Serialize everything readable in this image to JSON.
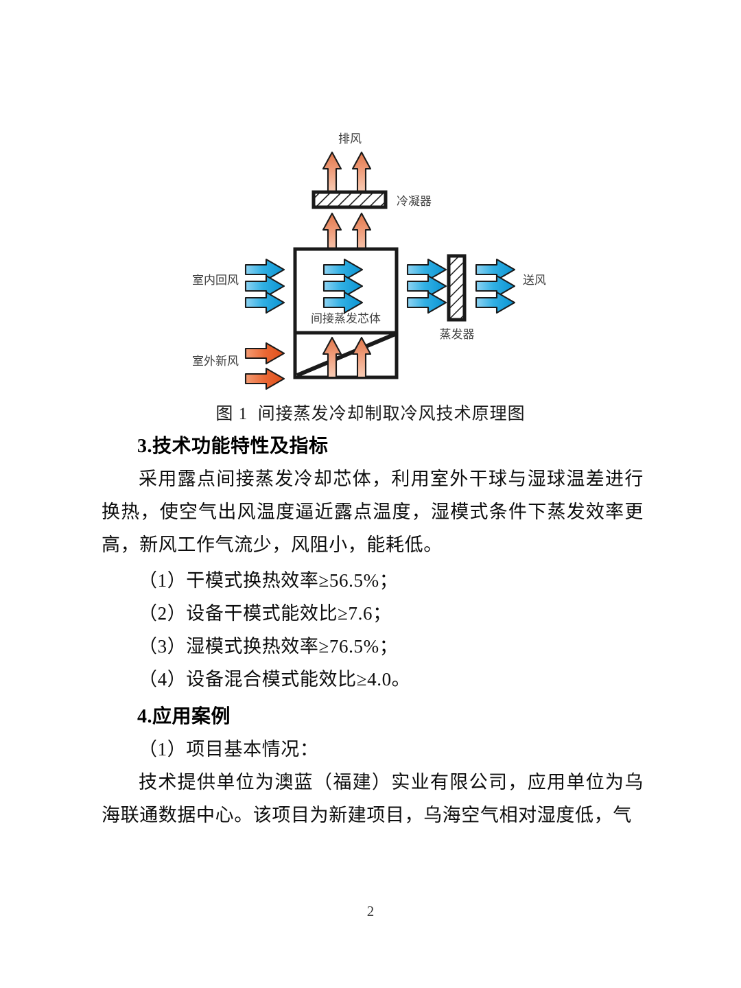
{
  "figure": {
    "caption_prefix": "图 1",
    "caption_text": "间接蒸发冷却制取冷风技术原理图",
    "labels": {
      "exhaust_air": "排风",
      "condenser": "冷凝器",
      "indoor_return_air": "室内回风",
      "outdoor_fresh_air": "室外新风",
      "indirect_evaporative_core": "间接蒸发芯体",
      "evaporator": "蒸发器",
      "supply_air": "送风"
    },
    "colors": {
      "blue_arrow_light": "#6ec6ef",
      "blue_arrow_dark": "#0f9bd7",
      "red_arrow_light": "#f08a5d",
      "red_arrow_dark": "#e4551f",
      "salmon_arrow_light": "#f7c4aa",
      "salmon_arrow_dark": "#e2794d",
      "outline": "#1a1a1a",
      "label_text": "#3f3f3f"
    }
  },
  "sections": [
    {
      "heading": "3.技术功能特性及指标",
      "paragraph": "采用露点间接蒸发冷却芯体，利用室外干球与湿球温差进行换热，使空气出风温度逼近露点温度，湿模式条件下蒸发效率更高，新风工作气流少，风阻小，能耗低。",
      "items": [
        "（1）干模式换热效率≥56.5%；",
        "（2）设备干模式能效比≥7.6；",
        "（3）湿模式换热效率≥76.5%；",
        "（4）设备混合模式能效比≥4.0。"
      ]
    },
    {
      "heading": "4.应用案例",
      "sub_item": "（1）项目基本情况：",
      "paragraph": "技术提供单位为澳蓝（福建）实业有限公司，应用单位为乌海联通数据中心。该项目为新建项目，乌海空气相对湿度低，气"
    }
  ],
  "footer": {
    "page_number": "2"
  }
}
